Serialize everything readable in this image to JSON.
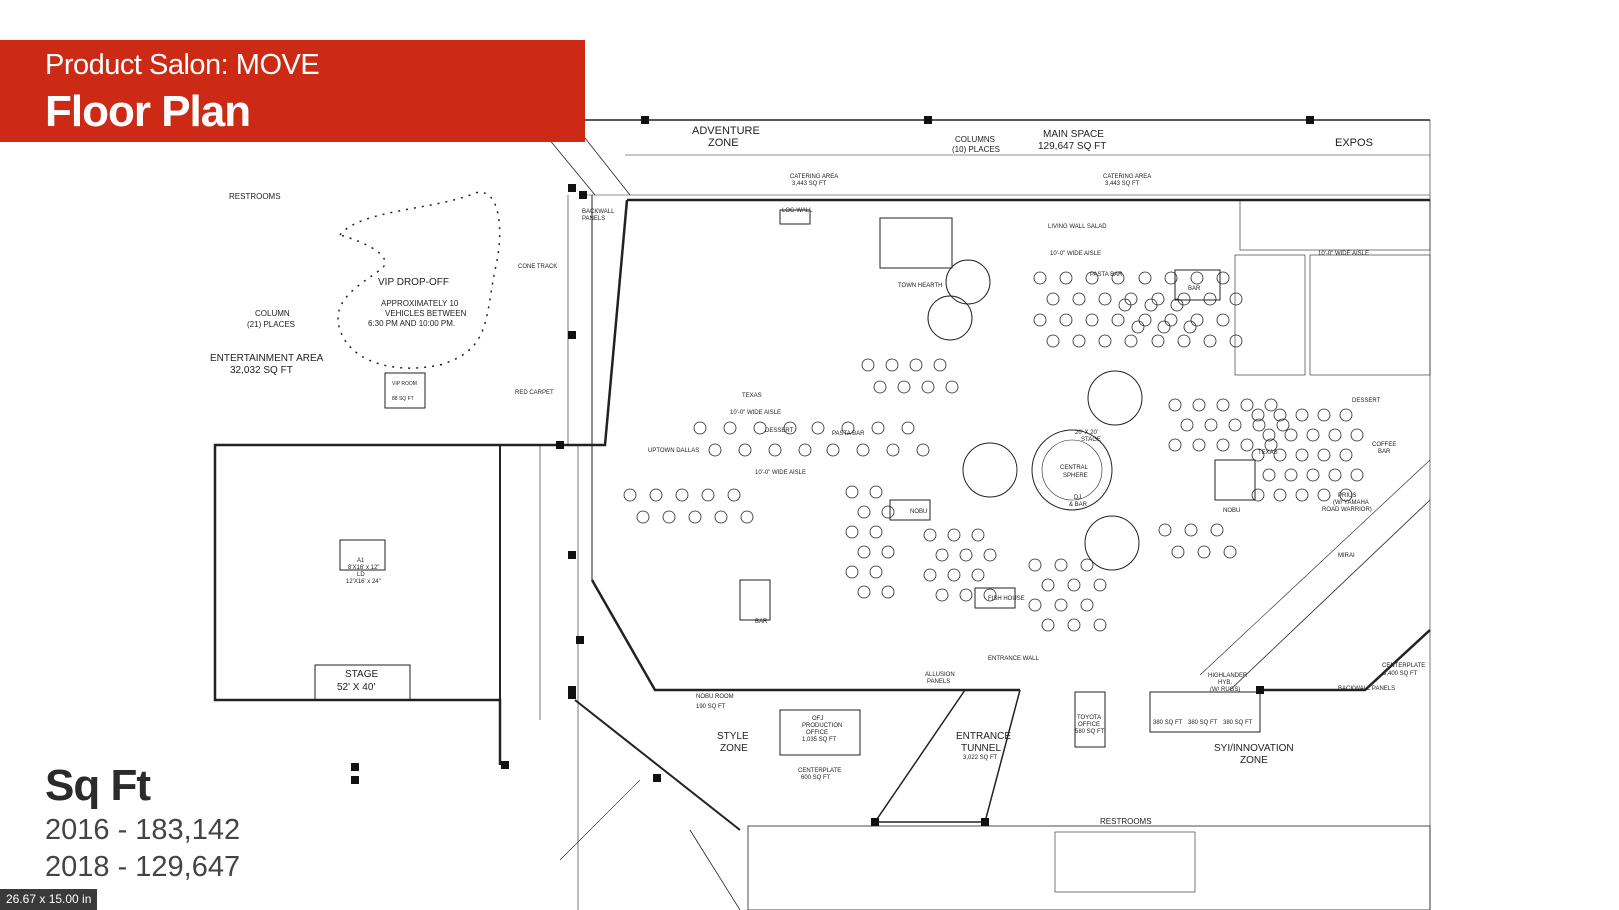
{
  "banner": {
    "subtitle": "Product Salon: MOVE",
    "title": "Floor Plan"
  },
  "sqft": {
    "heading": "Sq Ft",
    "rows": [
      "2016 - 183,142",
      "2018 - 129,647"
    ]
  },
  "dimensions_label": "26.67 x 15.00 in",
  "colors": {
    "banner_red": "#cc2a14",
    "line": "#222222"
  },
  "plan": {
    "adventure_zone": [
      "ADVENTURE",
      "ZONE"
    ],
    "columns_note": [
      "COLUMNS",
      "(10) PLACES"
    ],
    "main_space": [
      "MAIN SPACE",
      "129,647 SQ FT"
    ],
    "expos": "EXPOS",
    "restrooms_top": "RESTROOMS",
    "vip_dropoff": "VIP DROP-OFF",
    "vip_note": [
      "APPROXIMATELY 10",
      "VEHICLES BETWEEN",
      "6:30 PM AND 10:00 PM."
    ],
    "column_note": [
      "COLUMN",
      "(21) PLACES"
    ],
    "entertainment_area": [
      "ENTERTAINMENT AREA",
      "32,032 SQ FT"
    ],
    "cone_track": "CONE TRACK",
    "red_carpet": "RED CARPET",
    "backwall_panels": [
      "BACKWALL",
      "PANELS"
    ],
    "catering_area_1": [
      "CATERING AREA",
      "3,443 SQ FT"
    ],
    "catering_area_2": [
      "CATERING AREA",
      "3,443 SQ FT"
    ],
    "log_wall": "LOG WALL",
    "living_wall_salad": "LIVING WALL SALAD",
    "town_hearth": "TOWN HEARTH",
    "aisle_1": "10'-0\" WIDE AISLE",
    "aisle_2": "10'-0\" WIDE AISLE",
    "aisle_3": "10'-0\" WIDE AISLE",
    "aisle_4": "10'-0\" WIDE AISLE",
    "pasta_bar_1": "PASTA BAR",
    "pasta_bar_2": "PASTA BAR",
    "bar_1": "BAR",
    "bar_2": "BAR",
    "dessert_1": "DESSERT",
    "dessert_2": "DESSERT",
    "uptown_dallas": "UPTOWN DALLAS",
    "texas_1": "TEXAS",
    "texas_2": "TEXAS",
    "coffee_bar": [
      "COFFEE",
      "BAR"
    ],
    "central_sphere": [
      "CENTRAL",
      "SPHERE"
    ],
    "stage_20": [
      "20' X 20'",
      "STAGE"
    ],
    "dj_bar": [
      "DJ",
      "& BAR"
    ],
    "nobu_1": "NOBU",
    "nobu_2": "NOBU",
    "fish_house": "FISH HOUSE",
    "entrance_wall": "ENTRANCE WALL",
    "allusion_panels": [
      "ALLUSION",
      "PANELS"
    ],
    "backwall_panels_2": "BACKWALL PANELS",
    "centerplate_1": [
      "CENTERPLATE",
      "3,400 SQ FT"
    ],
    "stage": [
      "STAGE",
      "52' X 40'"
    ],
    "lifts": [
      "A1",
      "8'X16' x 12\"",
      "LD",
      "12'X16' x 24\""
    ],
    "style_zone": [
      "STYLE",
      "ZONE"
    ],
    "ofj_office": [
      "OFJ",
      "PRODUCTION",
      "OFFICE",
      "1,035 SQ FT"
    ],
    "centerplate_2": [
      "CENTERPLATE",
      "600 SQ FT"
    ],
    "nobu_room": [
      "NOBU ROOM",
      "190 SQ FT"
    ],
    "entrance_tunnel": [
      "ENTRANCE",
      "TUNNEL",
      "3,022 SQ FT"
    ],
    "toyota_office": [
      "TOYOTA",
      "OFFICE",
      "580 SQ FT"
    ],
    "syi_zone": [
      "SYI/INNOVATION",
      "ZONE"
    ],
    "ent_rooms": [
      "380 SQ FT",
      "380 SQ FT",
      "380 SQ FT"
    ],
    "restrooms_bottom": "RESTROOMS",
    "vip_room": [
      "VIP ROOM",
      "88 SQ FT"
    ],
    "highlander": [
      "HIGHLANDER",
      "HYB.",
      "(W/ RUGS)"
    ],
    "mirai": "MIRAI",
    "prius": [
      "PRIUS",
      "(W/ YAMAHA",
      "ROAD WARRIOR)"
    ]
  }
}
